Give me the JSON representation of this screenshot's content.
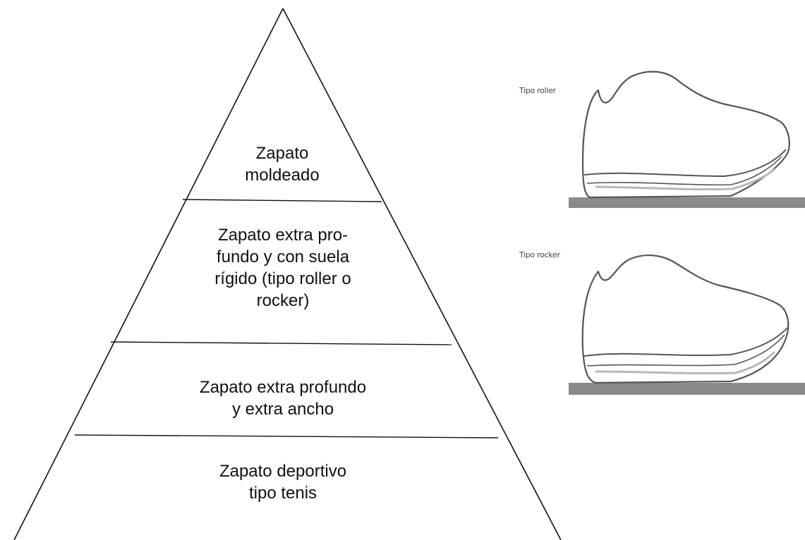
{
  "pyramid": {
    "tiers": [
      {
        "lines": [
          "Zapato",
          "moldeado"
        ]
      },
      {
        "lines": [
          "Zapato extra pro-",
          "fundo y con suela",
          "rígido (tipo roller o",
          "rocker)"
        ]
      },
      {
        "lines": [
          "Zapato extra profundo",
          "y extra ancho"
        ]
      },
      {
        "lines": [
          "Zapato deportivo",
          "tipo tenis"
        ]
      }
    ]
  },
  "shoes": [
    {
      "caption": "Tipo roller"
    },
    {
      "caption": "Tipo rocker"
    }
  ],
  "colors": {
    "line": "#111111",
    "shoe_outline": "#555555",
    "ground": "#8a8a8a",
    "sole_line": "#b8b8b8"
  }
}
